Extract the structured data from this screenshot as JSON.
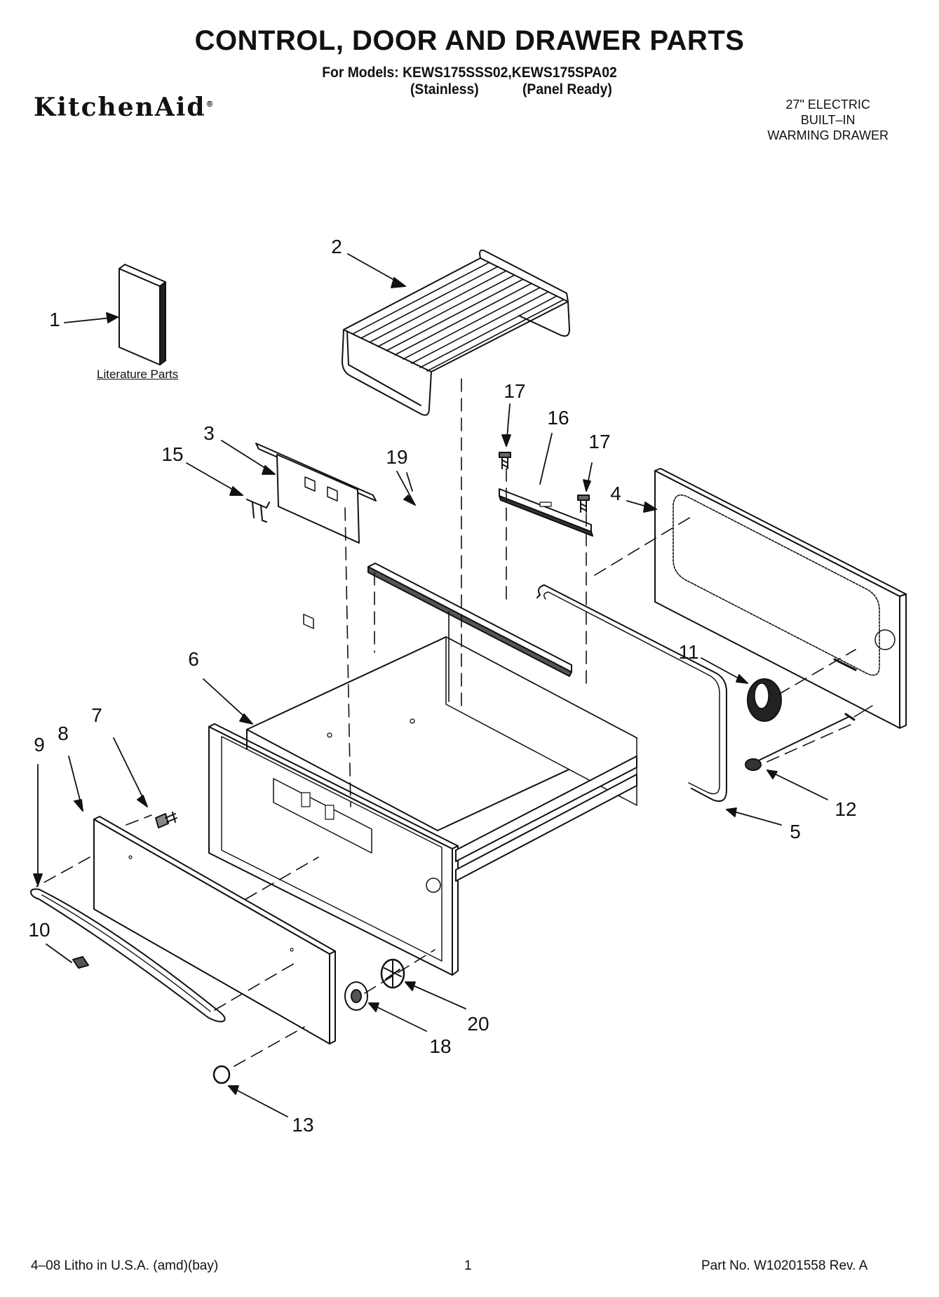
{
  "header": {
    "title": "CONTROL, DOOR AND DRAWER PARTS",
    "models_line": "For Models: KEWS175SSS02,KEWS175SPA02",
    "model_variant_1": "(Stainless)",
    "model_variant_2": "(Panel Ready)",
    "brand": "KitchenAid",
    "product_line_1": "27\" ELECTRIC",
    "product_line_2": "BUILT–IN",
    "product_line_3": "WARMING DRAWER"
  },
  "diagram": {
    "literature_label": "Literature Parts",
    "callouts": [
      "1",
      "2",
      "3",
      "4",
      "5",
      "6",
      "7",
      "8",
      "9",
      "10",
      "11",
      "12",
      "13",
      "15",
      "16",
      "17",
      "17",
      "18",
      "19",
      "20"
    ]
  },
  "footer": {
    "print_info": "4–08 Litho in U.S.A. (amd)(bay)",
    "page_number": "1",
    "part_number": "Part No. W10201558 Rev. A"
  }
}
